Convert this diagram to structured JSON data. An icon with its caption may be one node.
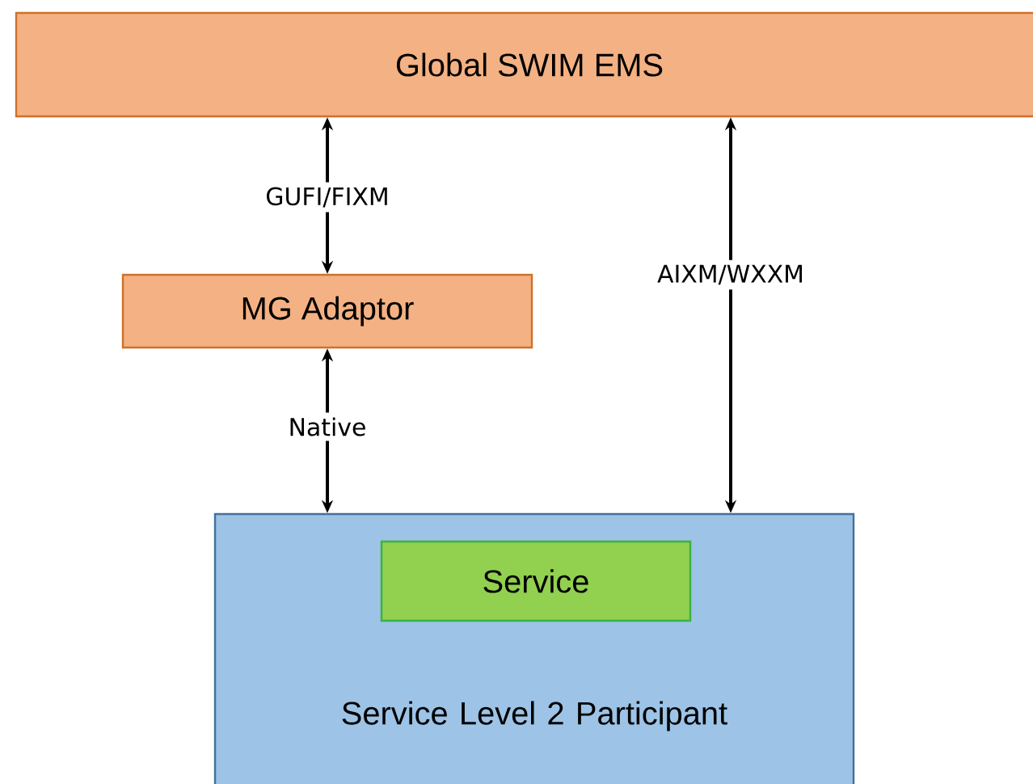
{
  "diagram": {
    "nodes": [
      {
        "text": [
          "Global SWIM EMS"
        ]
      },
      {
        "text": [
          "MG Adaptor"
        ]
      },
      {
        "text": [
          "Service Level 2 Participant"
        ]
      },
      {
        "text": [
          "Service"
        ],
        "in": 2
      }
    ],
    "edges": [
      {
        "from": 0,
        "to": 1,
        "arrow": "both",
        "label": "GUFI/FIXM"
      },
      {
        "from": 1,
        "to": 2,
        "arrow": "both",
        "label": "Native"
      },
      {
        "from": 0,
        "to": 2,
        "arrow": "both",
        "label": "AIXM/WXXM"
      }
    ]
  }
}
